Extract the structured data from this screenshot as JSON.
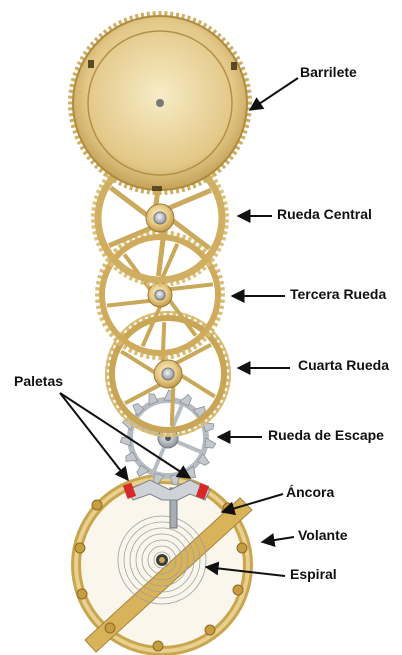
{
  "labels": {
    "barrel": "Barrilete",
    "center_wheel": "Rueda Central",
    "third_wheel": "Tercera Rueda",
    "fourth_wheel": "Cuarta Rueda",
    "escape_wheel": "Rueda de Escape",
    "pallets": "Paletas",
    "anchor": "Áncora",
    "balance": "Volante",
    "hairspring": "Espiral"
  },
  "colors": {
    "brass_light": "#f3e2a8",
    "brass": "#d9b866",
    "brass_dark": "#a9853a",
    "steel": "#b9bec4",
    "steel_dark": "#7f868d",
    "jewel_red": "#d42a2a",
    "label": "#111111"
  }
}
